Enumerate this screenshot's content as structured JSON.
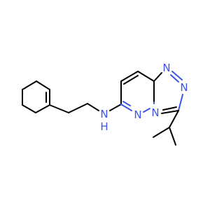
{
  "molecule": {
    "atom_labels": {
      "amine_n": "N",
      "amine_h": "H",
      "pyridazine_n": "N",
      "bridge_n": "N",
      "triazole_n1": "N",
      "triazole_n2": "N"
    }
  },
  "colors": {
    "bond": "#000000",
    "heteroatom": "#3b55e6",
    "background": "#ffffff"
  }
}
